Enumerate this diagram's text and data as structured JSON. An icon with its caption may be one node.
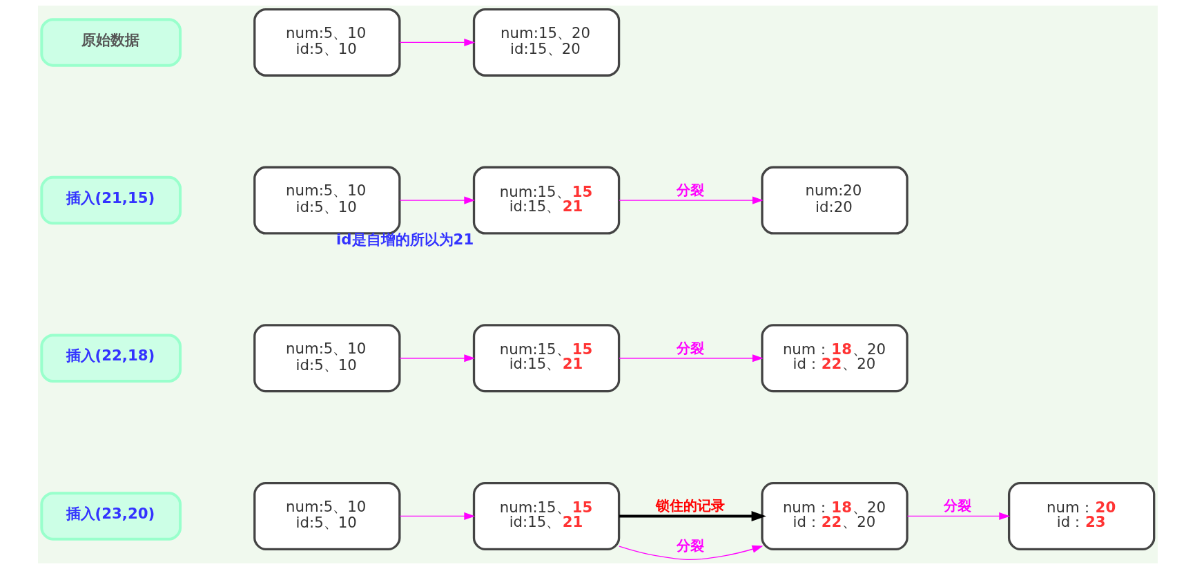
{
  "diagram": {
    "nodes": [
      {
        "text": [
          "原始数据"
        ]
      },
      {
        "text": [
          "num:5、10",
          "id:5、10"
        ]
      },
      {
        "text": [
          "num:15、20",
          "id:15、20"
        ]
      },
      {
        "text": [
          "插入(21,15)"
        ]
      },
      {
        "text": [
          "num:5、10",
          "id:5、10"
        ]
      },
      {
        "text": [
          "num:15、**15**",
          "id:15、**21**"
        ],
        "beside": [
          "id是自增的所以为21"
        ]
      },
      {
        "text": [
          "num:20",
          "id:20"
        ]
      },
      {
        "text": [
          "插入(22,18)"
        ]
      },
      {
        "text": [
          "num:5、10",
          "id:5、10"
        ]
      },
      {
        "text": [
          "num:15、**15**",
          "id:15、**21**"
        ]
      },
      {
        "text": [
          "num：**18**、20",
          "id：**22**、20"
        ]
      },
      {
        "text": [
          "插入(23,20)"
        ]
      },
      {
        "text": [
          "num:5、10",
          "id:5、10"
        ]
      },
      {
        "text": [
          "num:15、**15**",
          "id:15、**21**"
        ]
      },
      {
        "text": [
          "num：**18**、20",
          "id：**22**、20"
        ]
      },
      {
        "text": [
          "num：**20**",
          "id：**23**"
        ]
      }
    ],
    "edges": [
      {
        "from": 1,
        "to": 2,
        "arrow": "to"
      },
      {
        "from": 4,
        "to": 5,
        "arrow": "to"
      },
      {
        "from": 5,
        "to": 6,
        "arrow": "to",
        "label": "分裂"
      },
      {
        "from": 8,
        "to": 9,
        "arrow": "to"
      },
      {
        "from": 9,
        "to": 10,
        "arrow": "to",
        "label": "分裂"
      },
      {
        "from": 12,
        "to": 13,
        "arrow": "to"
      },
      {
        "from": 13,
        "to": 14,
        "arrow": "to",
        "label": "分裂"
      },
      {
        "from": 14,
        "to": 15,
        "arrow": "to",
        "label": "分裂"
      },
      {
        "from": 13,
        "to": 14,
        "arrow": "to",
        "label": "锁住的记录",
        "style": "thick",
        "color": "#000000"
      }
    ]
  }
}
